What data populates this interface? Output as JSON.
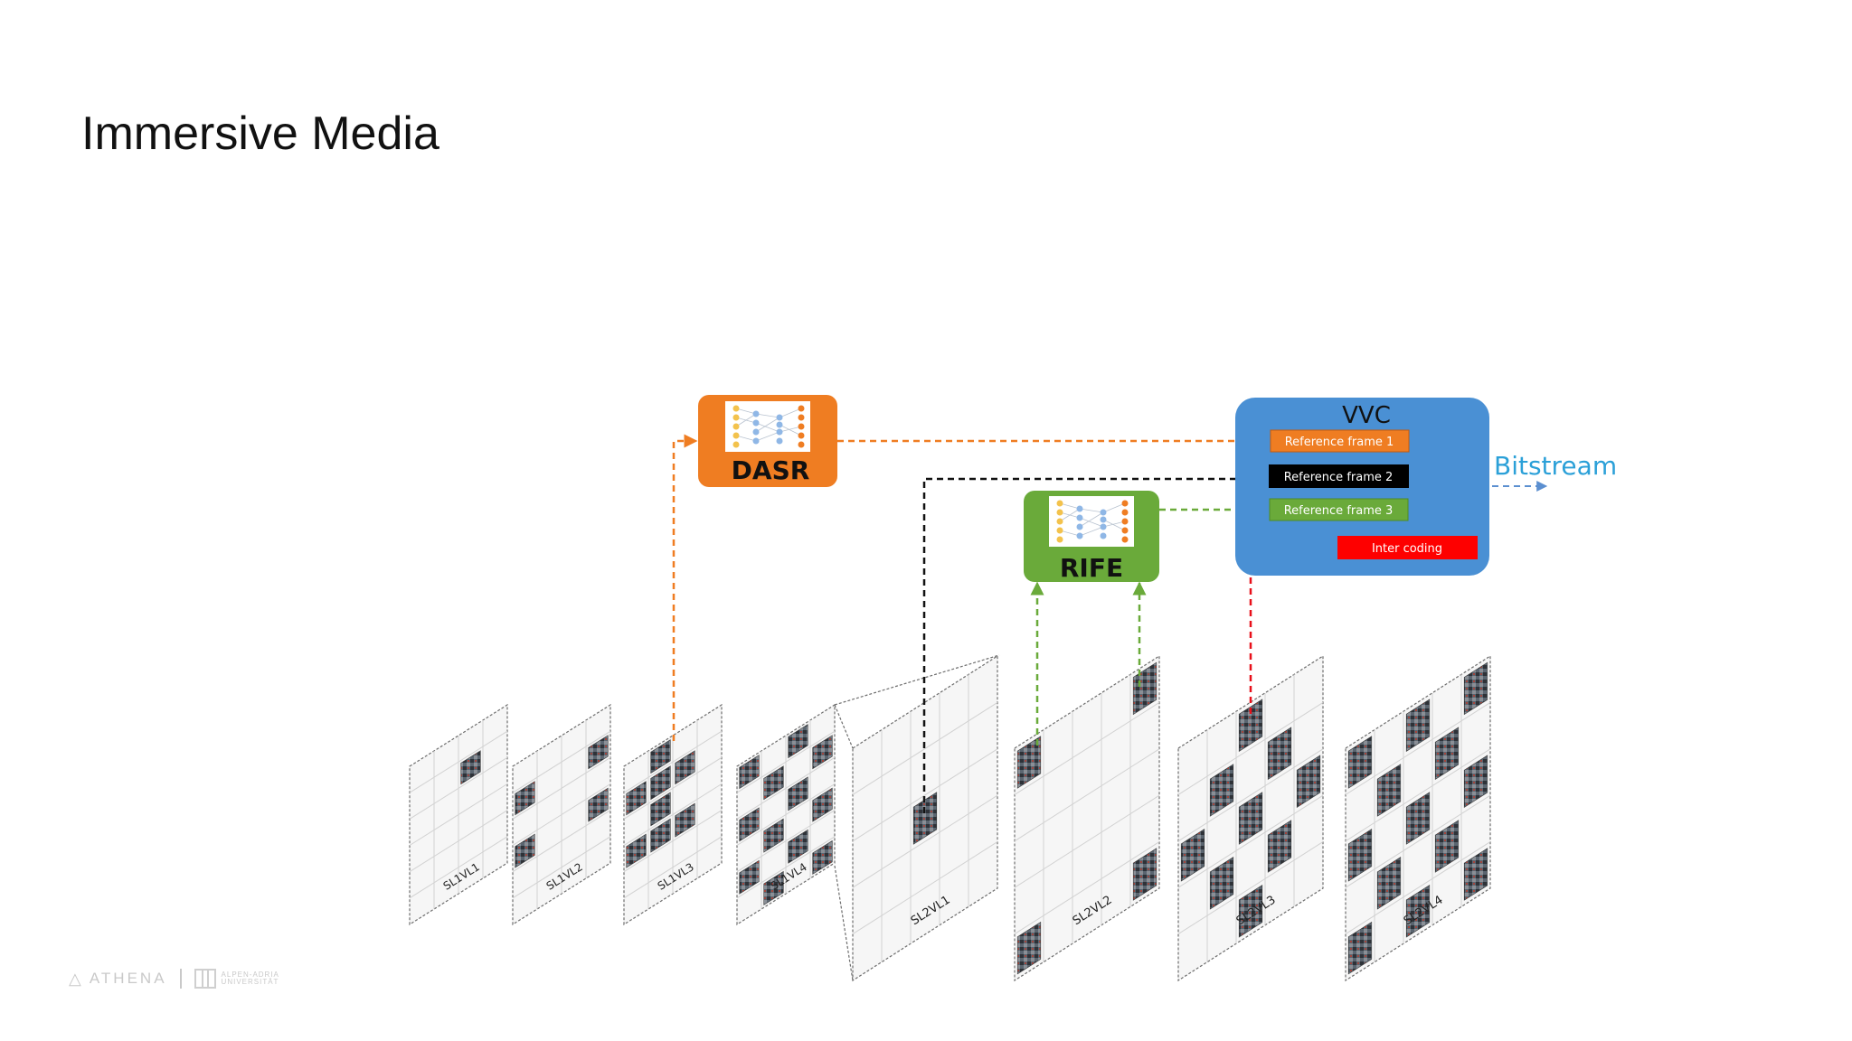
{
  "slide": {
    "title": "Immersive Media"
  },
  "modules": {
    "dasr": {
      "label": "DASR",
      "color": "#ef7d22"
    },
    "rife": {
      "label": "RIFE",
      "color": "#6aaa3a"
    },
    "vvc": {
      "label": "VVC",
      "color": "#4a90d4",
      "ref1": "Reference frame 1",
      "ref2": "Reference frame 2",
      "ref3": "Reference frame 3",
      "inter": "Inter coding"
    },
    "bitstream": {
      "label": "Bitstream",
      "color": "#2ba0d8"
    }
  },
  "layers": [
    {
      "label": "SL1VL1",
      "level": 1,
      "views": [
        [
          2,
          1
        ]
      ]
    },
    {
      "label": "SL1VL2",
      "level": 1,
      "views": [
        [
          0,
          1
        ],
        [
          3,
          1
        ],
        [
          0,
          3
        ],
        [
          3,
          3
        ]
      ]
    },
    {
      "label": "SL1VL3",
      "level": 1,
      "views": [
        [
          1,
          0
        ],
        [
          1,
          1
        ],
        [
          1,
          2
        ],
        [
          1,
          3
        ],
        [
          0,
          1
        ],
        [
          2,
          1
        ],
        [
          0,
          3
        ],
        [
          2,
          3
        ]
      ]
    },
    {
      "label": "SL1VL4",
      "level": 1,
      "views": [
        [
          0,
          0
        ],
        [
          2,
          0
        ],
        [
          1,
          1
        ],
        [
          3,
          1
        ],
        [
          0,
          2
        ],
        [
          2,
          2
        ],
        [
          1,
          3
        ],
        [
          3,
          3
        ],
        [
          0,
          4
        ],
        [
          2,
          4
        ],
        [
          1,
          5
        ],
        [
          3,
          5
        ]
      ]
    },
    {
      "label": "SL2VL1",
      "level": 2,
      "views": [
        [
          2,
          2
        ]
      ]
    },
    {
      "label": "SL2VL2",
      "level": 2,
      "views": [
        [
          0,
          0
        ],
        [
          4,
          0
        ],
        [
          0,
          4
        ],
        [
          4,
          4
        ]
      ]
    },
    {
      "label": "SL2VL3",
      "level": 2,
      "views": [
        [
          2,
          0
        ],
        [
          1,
          1
        ],
        [
          3,
          1
        ],
        [
          0,
          2
        ],
        [
          2,
          2
        ],
        [
          4,
          2
        ],
        [
          1,
          3
        ],
        [
          3,
          3
        ],
        [
          2,
          4
        ]
      ]
    },
    {
      "label": "SL2VL4",
      "level": 2,
      "views": [
        [
          0,
          0
        ],
        [
          2,
          0
        ],
        [
          4,
          0
        ],
        [
          1,
          1
        ],
        [
          3,
          1
        ],
        [
          0,
          2
        ],
        [
          2,
          2
        ],
        [
          4,
          2
        ],
        [
          1,
          3
        ],
        [
          3,
          3
        ],
        [
          0,
          4
        ],
        [
          2,
          4
        ],
        [
          4,
          4
        ]
      ]
    }
  ],
  "footer": {
    "brand": "ATHENA",
    "university": "ALPEN-ADRIA UNIVERSITÄT"
  }
}
